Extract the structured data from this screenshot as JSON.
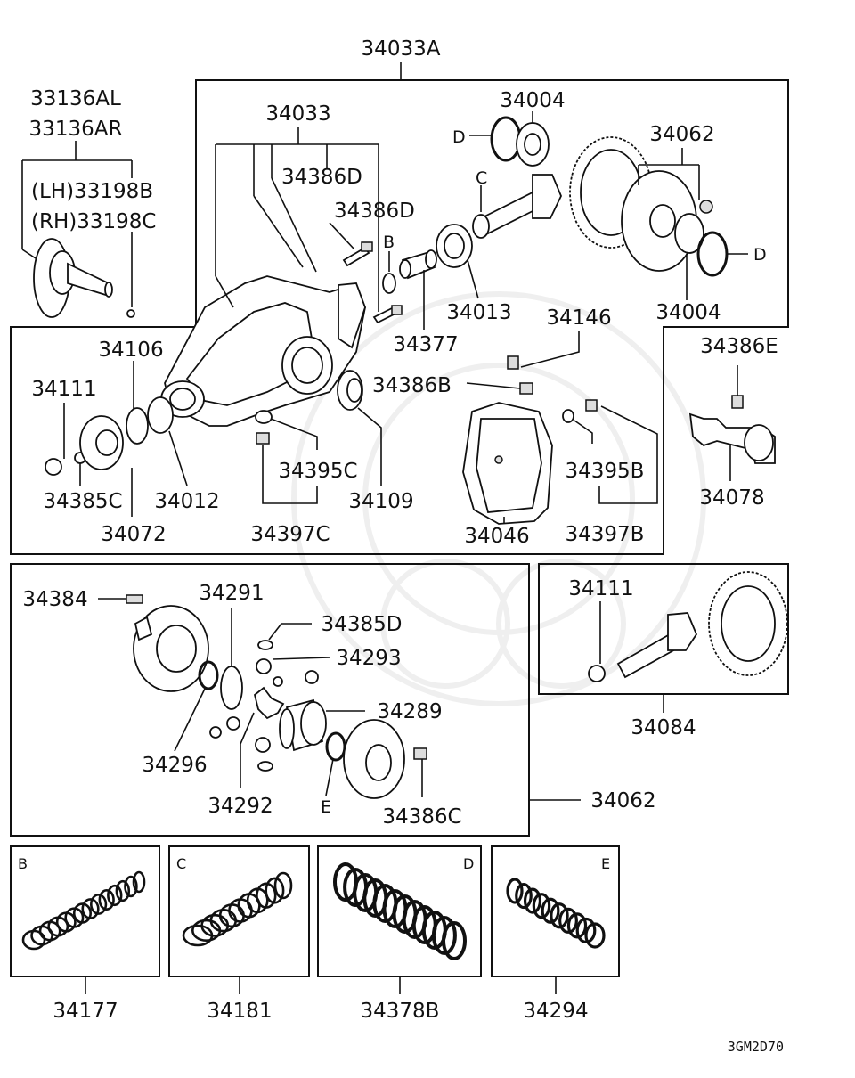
{
  "diagram_code": "3GM2D70",
  "labels": {
    "assy_top": "34033A",
    "axle_al": "33136AL",
    "axle_ar": "33136AR",
    "clip_lh": "(LH)33198B",
    "clip_rh": "(RH)33198C",
    "carrier": "34033",
    "bearing_top": "34004",
    "diff_case": "34062",
    "bolt_d1": "34386D",
    "bolt_d2": "34386D",
    "bearing_34013": "34013",
    "bearing_34004b": "34004",
    "spacer": "34377",
    "breather": "34146",
    "bracket_bolt": "34386E",
    "bolt_b": "34386B",
    "companion_flange": "34106",
    "nut_34111": "34111",
    "oil_seal": "34109",
    "washer_34385c": "34385C",
    "flange_34072": "34072",
    "bearing_34012": "34012",
    "plug_34395c": "34395C",
    "plug_34397c": "34397C",
    "cover_34046": "34046",
    "plug_34395b": "34395B",
    "plug_34397b": "34397B",
    "mount_34078": "34078",
    "bolt_34384": "34384",
    "gear_34291": "34291",
    "washer_34385d": "34385D",
    "gear_34293": "34293",
    "shim_34296": "34296",
    "case_34289": "34289",
    "shaft_34292": "34292",
    "bolt_34386c": "34386C",
    "diff_34062": "34062",
    "nut_34111b": "34111",
    "gear_set_34084": "34084"
  },
  "ref_letters": {
    "b": "B",
    "c": "C",
    "d_left": "D",
    "d_right": "D",
    "e": "E"
  },
  "spacer_panels": [
    {
      "letter": "B",
      "part": "34177"
    },
    {
      "letter": "C",
      "part": "34181"
    },
    {
      "letter": "D",
      "part": "34378B"
    },
    {
      "letter": "E",
      "part": "34294"
    }
  ]
}
